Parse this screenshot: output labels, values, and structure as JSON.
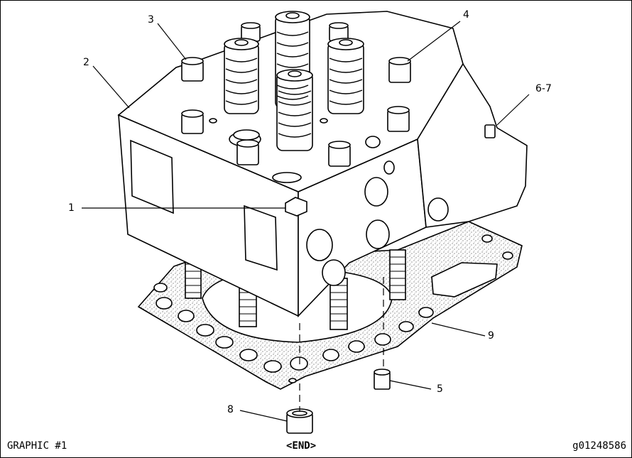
{
  "callouts": {
    "c1": "1",
    "c2": "2",
    "c3": "3",
    "c4": "4",
    "c5": "5",
    "c67": "6-7",
    "c8": "8",
    "c9": "9"
  },
  "footer": {
    "left": "GRAPHIC #1",
    "center": "<END>",
    "right": "g01248586"
  }
}
